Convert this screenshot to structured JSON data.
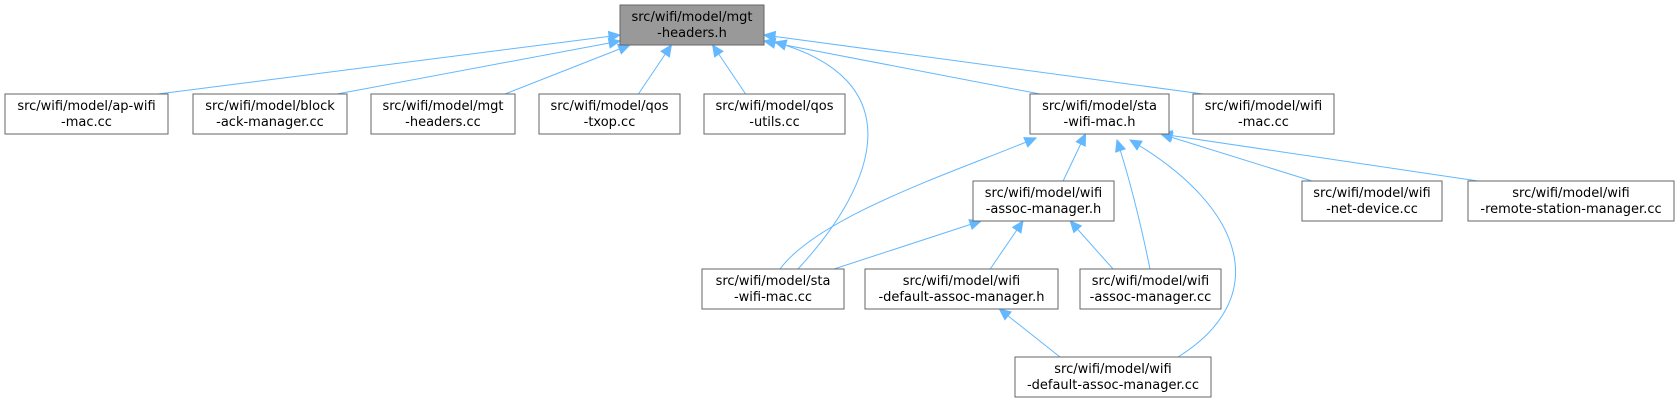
{
  "colors": {
    "node_fill": "#ffffff",
    "root_fill": "#999999",
    "node_stroke": "#666666",
    "edge": "#63b8ff"
  },
  "nodes": {
    "mgt_headers_h": {
      "lines": [
        "src/wifi/model/mgt",
        "-headers.h"
      ],
      "root": true
    },
    "ap_wifi_mac_cc": {
      "lines": [
        "src/wifi/model/ap-wifi",
        "-mac.cc"
      ]
    },
    "block_ack_manager_cc": {
      "lines": [
        "src/wifi/model/block",
        "-ack-manager.cc"
      ]
    },
    "mgt_headers_cc": {
      "lines": [
        "src/wifi/model/mgt",
        "-headers.cc"
      ]
    },
    "qos_txop_cc": {
      "lines": [
        "src/wifi/model/qos",
        "-txop.cc"
      ]
    },
    "qos_utils_cc": {
      "lines": [
        "src/wifi/model/qos",
        "-utils.cc"
      ]
    },
    "sta_wifi_mac_h": {
      "lines": [
        "src/wifi/model/sta",
        "-wifi-mac.h"
      ]
    },
    "wifi_mac_cc": {
      "lines": [
        "src/wifi/model/wifi",
        "-mac.cc"
      ]
    },
    "wifi_assoc_manager_h": {
      "lines": [
        "src/wifi/model/wifi",
        "-assoc-manager.h"
      ]
    },
    "wifi_net_device_cc": {
      "lines": [
        "src/wifi/model/wifi",
        "-net-device.cc"
      ]
    },
    "wifi_remote_station_manager_cc": {
      "lines": [
        "src/wifi/model/wifi",
        "-remote-station-manager.cc"
      ]
    },
    "sta_wifi_mac_cc": {
      "lines": [
        "src/wifi/model/sta",
        "-wifi-mac.cc"
      ]
    },
    "wifi_default_assoc_manager_h": {
      "lines": [
        "src/wifi/model/wifi",
        "-default-assoc-manager.h"
      ]
    },
    "wifi_assoc_manager_cc": {
      "lines": [
        "src/wifi/model/wifi",
        "-assoc-manager.cc"
      ]
    },
    "wifi_default_assoc_manager_cc": {
      "lines": [
        "src/wifi/model/wifi",
        "-default-assoc-manager.cc"
      ]
    }
  },
  "edges": [
    {
      "from": "ap_wifi_mac_cc",
      "to": "mgt_headers_h"
    },
    {
      "from": "block_ack_manager_cc",
      "to": "mgt_headers_h"
    },
    {
      "from": "mgt_headers_cc",
      "to": "mgt_headers_h"
    },
    {
      "from": "qos_txop_cc",
      "to": "mgt_headers_h"
    },
    {
      "from": "qos_utils_cc",
      "to": "mgt_headers_h"
    },
    {
      "from": "sta_wifi_mac_cc",
      "to": "mgt_headers_h"
    },
    {
      "from": "sta_wifi_mac_h",
      "to": "mgt_headers_h"
    },
    {
      "from": "wifi_mac_cc",
      "to": "mgt_headers_h"
    },
    {
      "from": "sta_wifi_mac_cc",
      "to": "sta_wifi_mac_h"
    },
    {
      "from": "wifi_assoc_manager_h",
      "to": "sta_wifi_mac_h"
    },
    {
      "from": "wifi_assoc_manager_cc",
      "to": "sta_wifi_mac_h"
    },
    {
      "from": "wifi_default_assoc_manager_cc",
      "to": "sta_wifi_mac_h"
    },
    {
      "from": "wifi_net_device_cc",
      "to": "sta_wifi_mac_h"
    },
    {
      "from": "wifi_remote_station_manager_cc",
      "to": "sta_wifi_mac_h"
    },
    {
      "from": "sta_wifi_mac_cc",
      "to": "wifi_assoc_manager_h"
    },
    {
      "from": "wifi_default_assoc_manager_h",
      "to": "wifi_assoc_manager_h"
    },
    {
      "from": "wifi_assoc_manager_cc",
      "to": "wifi_assoc_manager_h"
    },
    {
      "from": "wifi_default_assoc_manager_cc",
      "to": "wifi_default_assoc_manager_h"
    }
  ]
}
